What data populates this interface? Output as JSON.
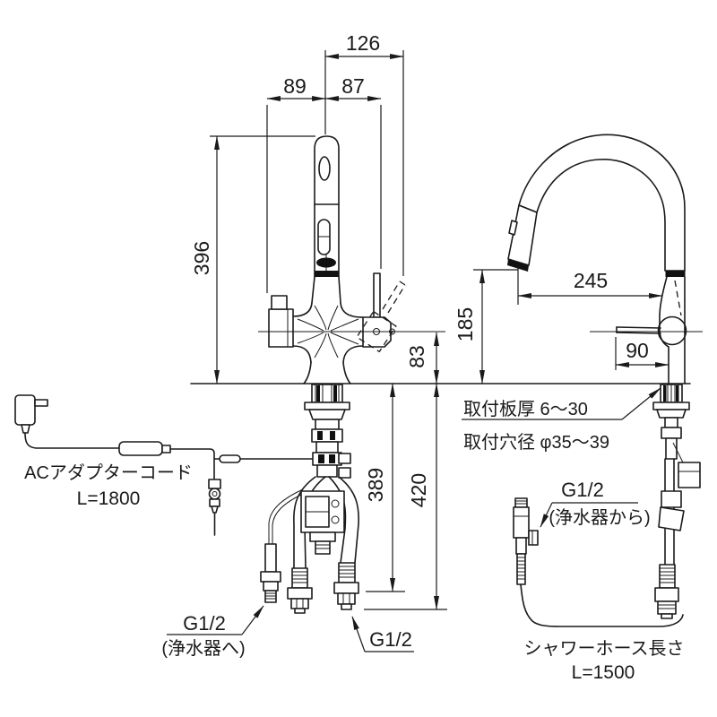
{
  "drawing": {
    "front_dims": {
      "width_total": "126",
      "width_left": "89",
      "width_right": "87",
      "height_above_counter": "396",
      "handle_height": "83",
      "hose_length_under": "389",
      "total_length_under": "420"
    },
    "side_dims": {
      "spout_height": "185",
      "spout_reach": "245",
      "handle_reach": "90"
    },
    "notes": {
      "mount_thickness": "取付板厚 6～30",
      "mount_hole": "取付穴径 φ35～39"
    },
    "ac_adapter": {
      "line1": "ACアダプターコード",
      "line2": "L=1800"
    },
    "connections": {
      "g12_purifier_out": "G1/2",
      "purifier_out_note": "(浄水器へ)",
      "g12_supply": "G1/2",
      "g12_purifier_in": "G1/2",
      "purifier_in_note": "(浄水器から)"
    },
    "shower_hose": {
      "line1": "シャワーホース長さ",
      "line2": "L=1500"
    }
  }
}
